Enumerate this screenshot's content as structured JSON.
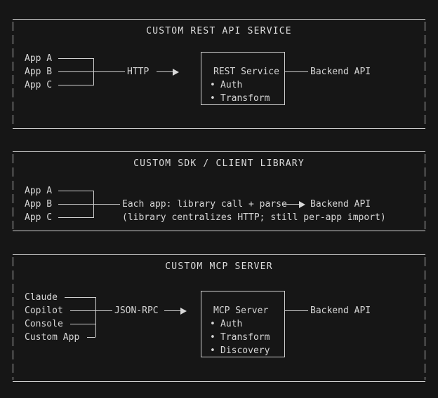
{
  "theme": {
    "background": "#161616",
    "text": "#d6d6d6",
    "line": "#cfcfcf",
    "title": "#dcdcdc"
  },
  "panels": [
    {
      "id": "rest-api",
      "title": "CUSTOM REST API SERVICE",
      "clients": [
        "App A",
        "App B",
        "App C"
      ],
      "protocol": "HTTP",
      "service": {
        "name": "REST Service",
        "features": [
          "Auth",
          "Transform"
        ]
      },
      "backend": "Backend API",
      "note": ""
    },
    {
      "id": "sdk-client-library",
      "title": "CUSTOM SDK / CLIENT LIBRARY",
      "clients": [
        "App A",
        "App B",
        "App C"
      ],
      "protocol": "",
      "service": {
        "name": "",
        "features": []
      },
      "backend": "Backend API",
      "flow_label": "Each app: library call + parse",
      "note": "(library centralizes HTTP; still per-app import)"
    },
    {
      "id": "mcp-server",
      "title": "CUSTOM MCP SERVER",
      "clients": [
        "Claude",
        "Copilot",
        "Console",
        "Custom App"
      ],
      "protocol": "JSON-RPC",
      "service": {
        "name": "MCP Server",
        "features": [
          "Auth",
          "Transform",
          "Discovery"
        ]
      },
      "backend": "Backend API",
      "note": ""
    }
  ],
  "glyphs": {
    "bullet": "•",
    "arrow_head": "▶",
    "pipe": "|"
  }
}
